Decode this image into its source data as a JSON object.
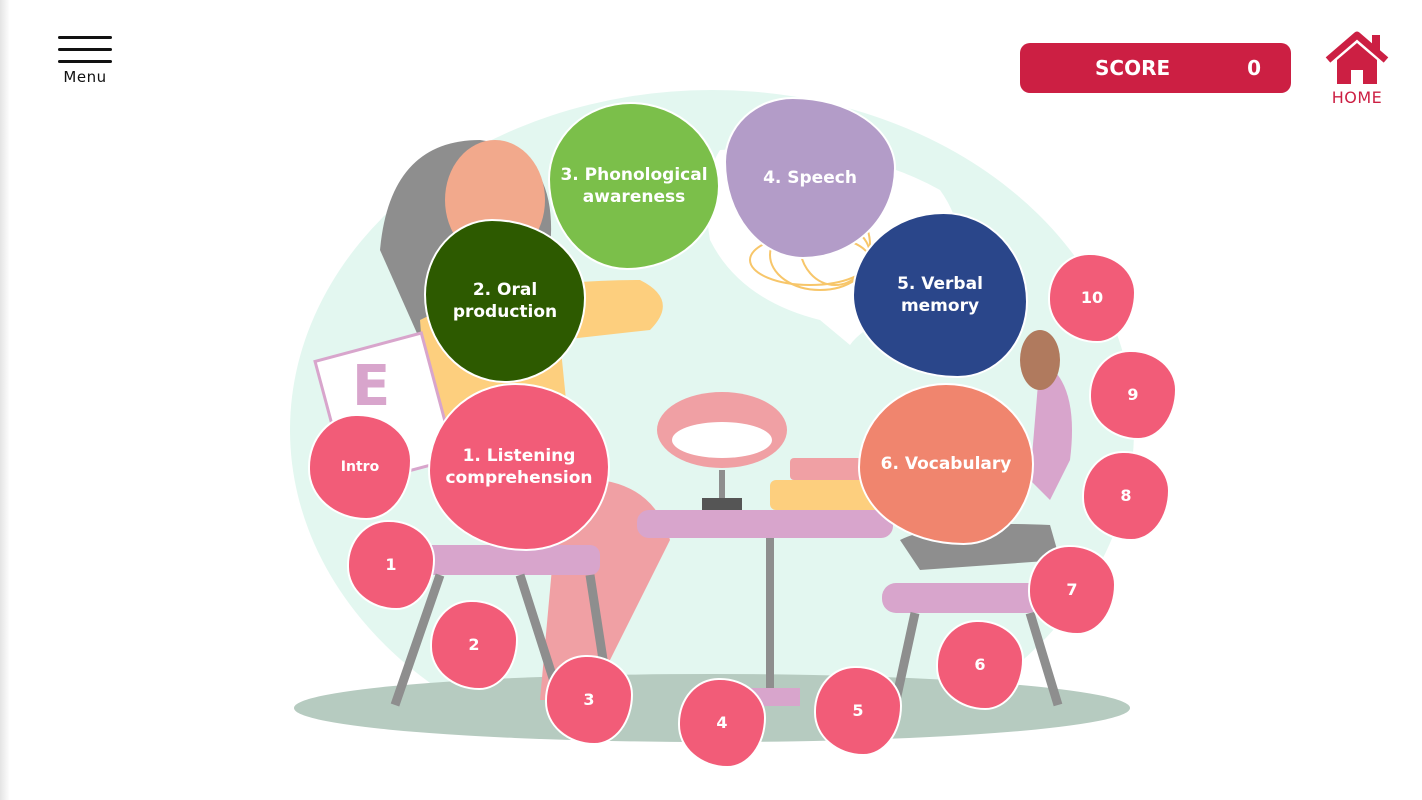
{
  "menu": {
    "label": "Menu"
  },
  "score": {
    "label": "SCORE",
    "value": "0"
  },
  "home": {
    "label": "HOME"
  },
  "colors": {
    "accent": "#cc1f43",
    "pink": "#f25c78",
    "dark_green": "#2d5a00",
    "green": "#7bbf4a",
    "purple": "#b39cc8",
    "navy": "#2a468a",
    "salmon": "#f0856e"
  },
  "modules": [
    "1. Listening comprehension",
    "2. Oral production",
    "3. Phonological awareness",
    "4. Speech",
    "5. Verbal memory",
    "6. Vocabulary"
  ],
  "levels": [
    "Intro",
    "1",
    "2",
    "3",
    "4",
    "5",
    "6",
    "7",
    "8",
    "9",
    "10"
  ]
}
